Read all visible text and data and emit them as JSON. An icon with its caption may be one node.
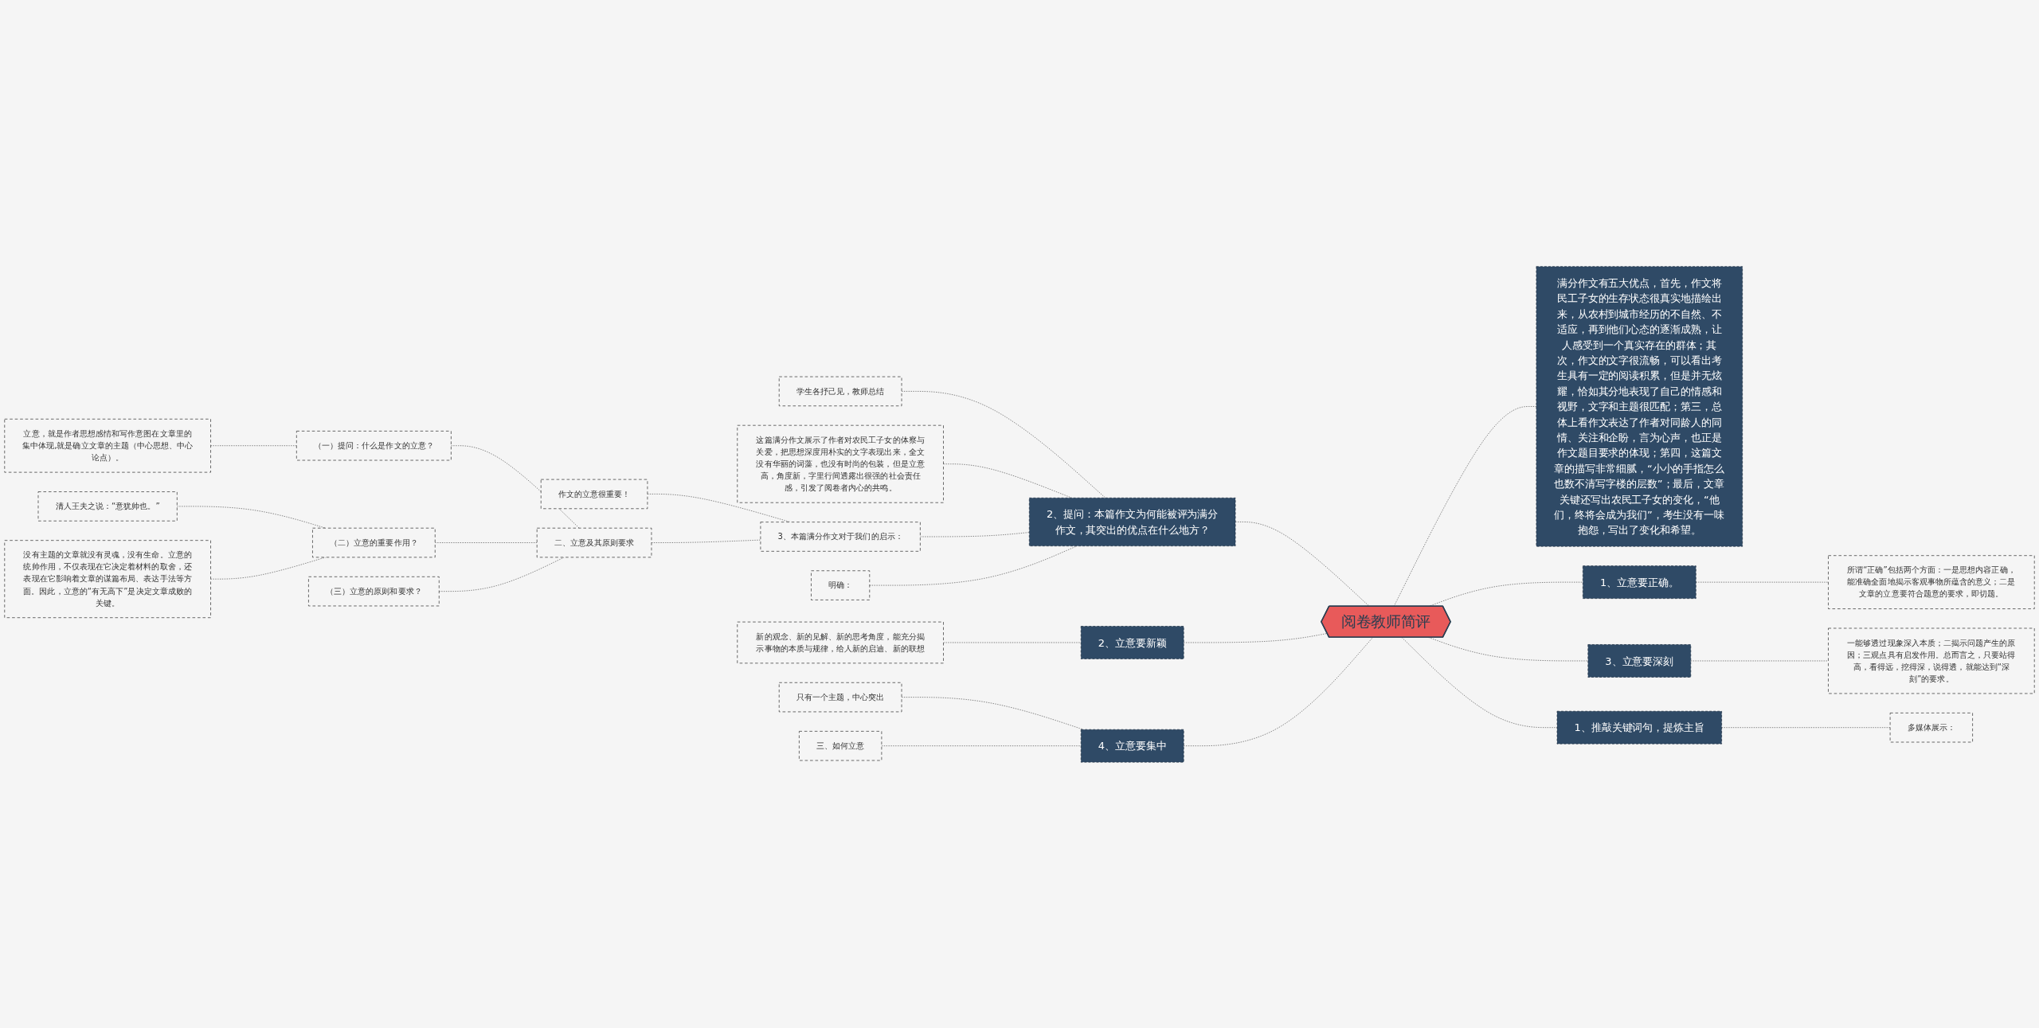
{
  "diagram": {
    "nodes": [
      {
        "text": [
          "阅卷教师简评"
        ]
      },
      {
        "text": [
          "2、提问：本篇作文为何能被评为满分作文，其突出的优点在什么地方？"
        ]
      },
      {
        "text": [
          "学生各抒己见，教师总结"
        ]
      },
      {
        "text": [
          "这篇满分作文展示了作者对农民工子女的体察与关爱，把思想深度用朴实的文字表现出来，全文没有华丽的词藻，也没有时尚的包装，但是立意高，角度新，字里行间透露出很强的社会责任感，引发了阅卷者内心的共鸣。"
        ]
      },
      {
        "text": [
          "3、本篇满分作文对于我们的启示："
        ]
      },
      {
        "text": [
          "作文的立意很重要！"
        ]
      },
      {
        "text": [
          "二、立意及其原则要求"
        ]
      },
      {
        "text": [
          "（一）提问：什么是作文的立意？"
        ]
      },
      {
        "text": [
          "立意，就是作者思想感情和写作意图在文章里的集中体现,就是确立文章的主题（中心思想、中心论点）。"
        ]
      },
      {
        "text": [
          "（二）立意的重要作用？"
        ]
      },
      {
        "text": [
          "清人王夫之说：“意犹帅也。”"
        ]
      },
      {
        "text": [
          "没有主题的文章就没有灵魂，没有生命。立意的统帅作用，不仅表现在它决定着材料的取舍，还表现在它影响着文章的谋篇布局、表达手法等方面。因此，立意的“有无高下”是决定文章成败的关键。"
        ]
      },
      {
        "text": [
          "（三）立意的原则和要求？"
        ]
      },
      {
        "text": [
          "明确："
        ]
      },
      {
        "text": [
          "2、立意要新颖"
        ]
      },
      {
        "text": [
          "新的观念、新的见解、新的思考角度，能充分揭示事物的本质与规律，给人新的启迪、新的联想"
        ]
      },
      {
        "text": [
          "4、立意要集中"
        ]
      },
      {
        "text": [
          "只有一个主题，中心突出"
        ]
      },
      {
        "text": [
          "三、如何立意"
        ]
      },
      {
        "text": [
          "满分作文有五大优点，首先，作文将民工子女的生存状态很真实地描绘出来，从农村到城市经历的不自然、不适应，再到他们心态的逐渐成熟，让人感受到一个真实存在的群体；其次，作文的文字很流畅，可以看出考生具有一定的阅读积累，但是并无炫耀，恰如其分地表现了自己的情感和视野，文字和主题很匹配；第三，总体上看作文表达了作者对同龄人的同情、关注和企盼，言为心声，也正是作文题目要求的体现；第四，这篇文章的描写非常细腻，“小小的手指怎么也数不清写字楼的层数”；最后，文章关键还写出农民工子女的变化，“他们，终将会成为我们”，考生没有一味抱怨，写出了变化和希望。"
        ]
      },
      {
        "text": [
          "1、立意要正确。"
        ]
      },
      {
        "text": [
          "所谓“正确”包括两个方面：一是思想内容正确，能准确全面地揭示客观事物所蕴含的意义；二是文章的立意要符合题意的要求，即切题。"
        ]
      },
      {
        "text": [
          "3、立意要深刻"
        ]
      },
      {
        "text": [
          "一能够透过现象深入本质；二揭示问题产生的原因；三观点具有启发作用。总而言之，只要站得高，看得远，挖得深，说得透，就能达到“深刻”的要求。"
        ]
      },
      {
        "text": [
          "1、推敲关键词句，提炼主旨"
        ]
      },
      {
        "text": [
          "多媒体展示："
        ]
      }
    ],
    "edges": [
      {
        "from": 0,
        "to": 1,
        "arrow": "none",
        "style": "dashed"
      },
      {
        "from": 1,
        "to": 2,
        "arrow": "none",
        "style": "dashed"
      },
      {
        "from": 1,
        "to": 3,
        "arrow": "none",
        "style": "dashed"
      },
      {
        "from": 1,
        "to": 4,
        "arrow": "none",
        "style": "dashed"
      },
      {
        "from": 4,
        "to": 5,
        "arrow": "none",
        "style": "dashed"
      },
      {
        "from": 4,
        "to": 6,
        "arrow": "none",
        "style": "dashed"
      },
      {
        "from": 6,
        "to": 7,
        "arrow": "none",
        "style": "dashed"
      },
      {
        "from": 7,
        "to": 8,
        "arrow": "none",
        "style": "dashed"
      },
      {
        "from": 6,
        "to": 9,
        "arrow": "none",
        "style": "dashed"
      },
      {
        "from": 9,
        "to": 10,
        "arrow": "none",
        "style": "dashed"
      },
      {
        "from": 9,
        "to": 11,
        "arrow": "none",
        "style": "dashed"
      },
      {
        "from": 6,
        "to": 12,
        "arrow": "none",
        "style": "dashed"
      },
      {
        "from": 1,
        "to": 13,
        "arrow": "none",
        "style": "dashed"
      },
      {
        "from": 0,
        "to": 14,
        "arrow": "none",
        "style": "dashed"
      },
      {
        "from": 14,
        "to": 15,
        "arrow": "none",
        "style": "dashed"
      },
      {
        "from": 0,
        "to": 16,
        "arrow": "none",
        "style": "dashed"
      },
      {
        "from": 16,
        "to": 17,
        "arrow": "none",
        "style": "dashed"
      },
      {
        "from": 16,
        "to": 18,
        "arrow": "none",
        "style": "dashed"
      },
      {
        "from": 0,
        "to": 19,
        "arrow": "none",
        "style": "dashed"
      },
      {
        "from": 0,
        "to": 20,
        "arrow": "none",
        "style": "dashed"
      },
      {
        "from": 20,
        "to": 21,
        "arrow": "none",
        "style": "dashed"
      },
      {
        "from": 0,
        "to": 22,
        "arrow": "none",
        "style": "dashed"
      },
      {
        "from": 22,
        "to": 23,
        "arrow": "none",
        "style": "dashed"
      },
      {
        "from": 0,
        "to": 24,
        "arrow": "none",
        "style": "dashed"
      },
      {
        "from": 24,
        "to": 25,
        "arrow": "none",
        "style": "dashed"
      }
    ]
  }
}
